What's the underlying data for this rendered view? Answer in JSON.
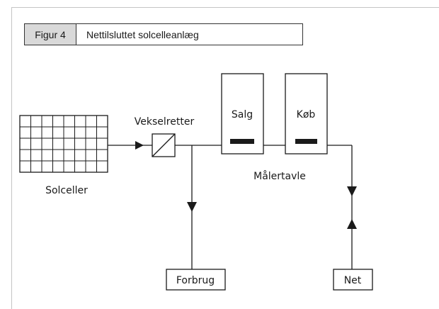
{
  "figure": {
    "number": "Figur 4",
    "title": "Nettilsluttet solcelleanlæg"
  },
  "labels": {
    "solar_cells": "Solceller",
    "inverter": "Vekselretter",
    "meter_sell": "Salg",
    "meter_buy": "Køb",
    "meter_board": "Målertavle",
    "consumption": "Forbrug",
    "grid": "Net"
  }
}
